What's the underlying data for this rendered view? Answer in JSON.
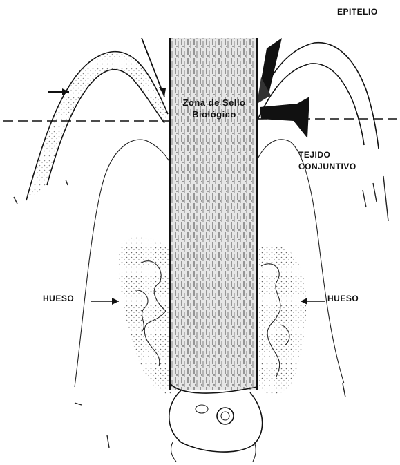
{
  "diagram": {
    "labels": {
      "epitelio": "EPITELIO",
      "zona_line1": "Zona de Sello",
      "zona_line2": "Biológico",
      "tejido_line1": "TEJIDO",
      "tejido_line2": "CONJUNTIVO",
      "hueso_left": "HUESO",
      "hueso_right": "HUESO"
    },
    "colors": {
      "ink": "#111111",
      "implant_fill": "#e4e4e4",
      "stipple": "#555555",
      "background": "#ffffff"
    }
  }
}
